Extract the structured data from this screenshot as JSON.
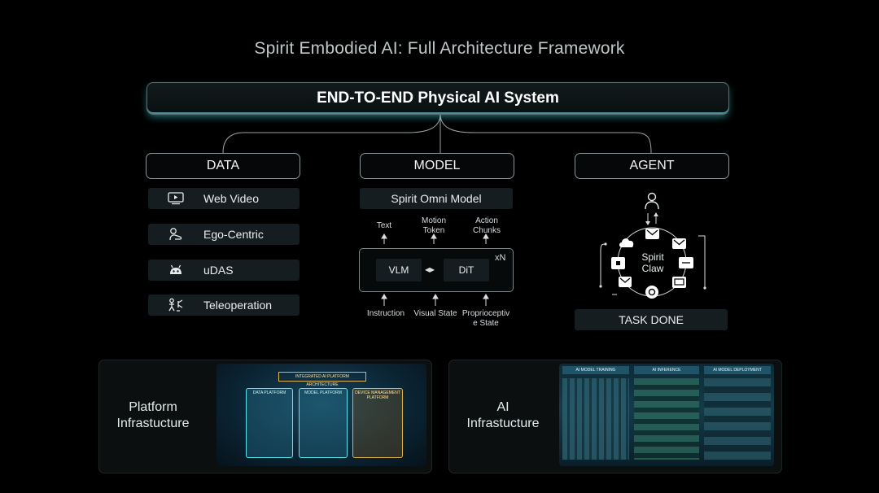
{
  "title": "Spirit Embodied AI: Full Architecture Framework",
  "banner": "END-TO-END Physical AI System",
  "columns": {
    "data": {
      "title": "DATA",
      "items": [
        {
          "label": "Web Video",
          "icon": "video-icon"
        },
        {
          "label": "Ego-Centric",
          "icon": "hand-icon"
        },
        {
          "label": "uDAS",
          "icon": "robot-icon"
        },
        {
          "label": "Teleoperation",
          "icon": "teleoperation-icon"
        }
      ]
    },
    "model": {
      "title": "MODEL",
      "name": "Spirit Omni Model",
      "outputs": [
        "Text",
        "Motion\nToken",
        "Action\nChunks"
      ],
      "inputs": [
        "Instruction",
        "Visual State",
        "Proprioceptiv\ne State"
      ],
      "vlm": "VLM",
      "dit": "DiT",
      "repeat": "xN"
    },
    "agent": {
      "title": "AGENT",
      "core": "Spirit\nClaw",
      "status": "TASK DONE"
    }
  },
  "panels": [
    {
      "label": "Platform\nInfrastucture",
      "thumb_title": "INTEGRATED AI PLATFORM ARCHITECTURE",
      "thumb_blocks": [
        "DATA PLATFORM",
        "MODEL PLATFORM",
        "DEVICE MANAGEMENT PLATFORM"
      ]
    },
    {
      "label": "AI\nInfrastucture",
      "thumb_blocks": [
        "AI MODEL TRAINING",
        "AI INFERENCE",
        "AI MODEL DEPLOYMENT"
      ]
    }
  ],
  "colors": {
    "accent": "#5fe3ee",
    "panel": "#0b0f10",
    "item_bg": "#161d20"
  }
}
